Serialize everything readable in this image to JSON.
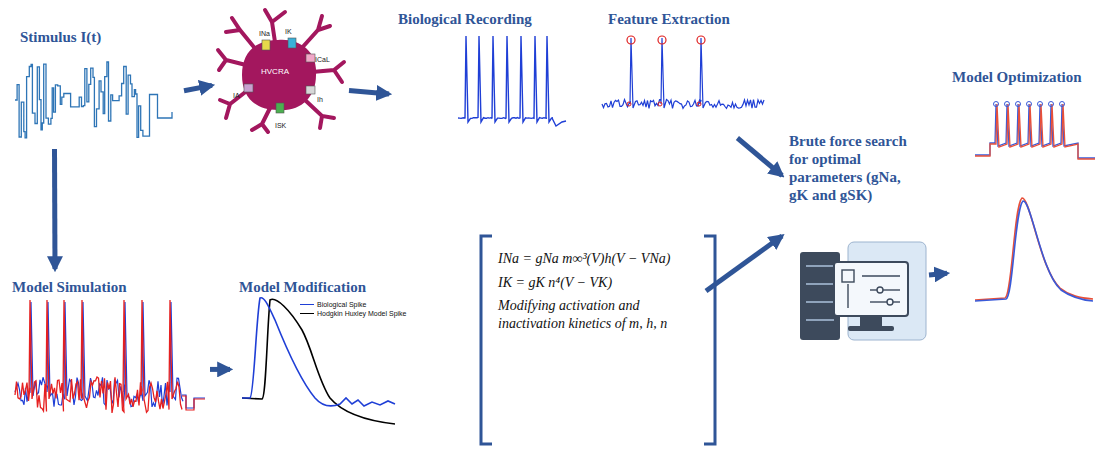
{
  "diagram": {
    "nodes": [
      {
        "text": [
          "Stimulus I(t)"
        ]
      },
      {
        "text": [
          "INa",
          "IK",
          "ICaL",
          "IA",
          "Ih",
          "ISK",
          "HVCRA"
        ]
      },
      {
        "text": [
          "Biological Recording"
        ]
      },
      {
        "text": [
          "Feature Extraction"
        ]
      },
      {
        "text": [
          "Model Simulation"
        ]
      },
      {
        "text": [
          "Model Modification"
        ]
      },
      {
        "text": [
          "INa = gNa m∞³(V)h(V − VNa)",
          "IK = gK n⁴(V − VK)",
          "Modifying activation and inactivation kinetics of m, h, n"
        ]
      },
      {
        "text": [
          "Brute force search for optimal parameters (gNa, gK and gSK)"
        ]
      },
      {
        "text": [
          "Model Optimization"
        ]
      }
    ],
    "edges": [
      {
        "from": 0,
        "to": 1,
        "arrow": "to"
      },
      {
        "from": 1,
        "to": 2,
        "arrow": "to"
      },
      {
        "from": 3,
        "to": 7,
        "arrow": "to"
      },
      {
        "from": 0,
        "to": 4,
        "arrow": "to"
      },
      {
        "from": 4,
        "to": 5,
        "arrow": "to"
      },
      {
        "from": 6,
        "to": 7,
        "arrow": "to"
      },
      {
        "from": 7,
        "to": 8,
        "arrow": "to"
      }
    ],
    "legend": [
      {
        "text": "Biological Spike"
      },
      {
        "text": "Hodgkin Huxley Model Spike"
      }
    ]
  }
}
